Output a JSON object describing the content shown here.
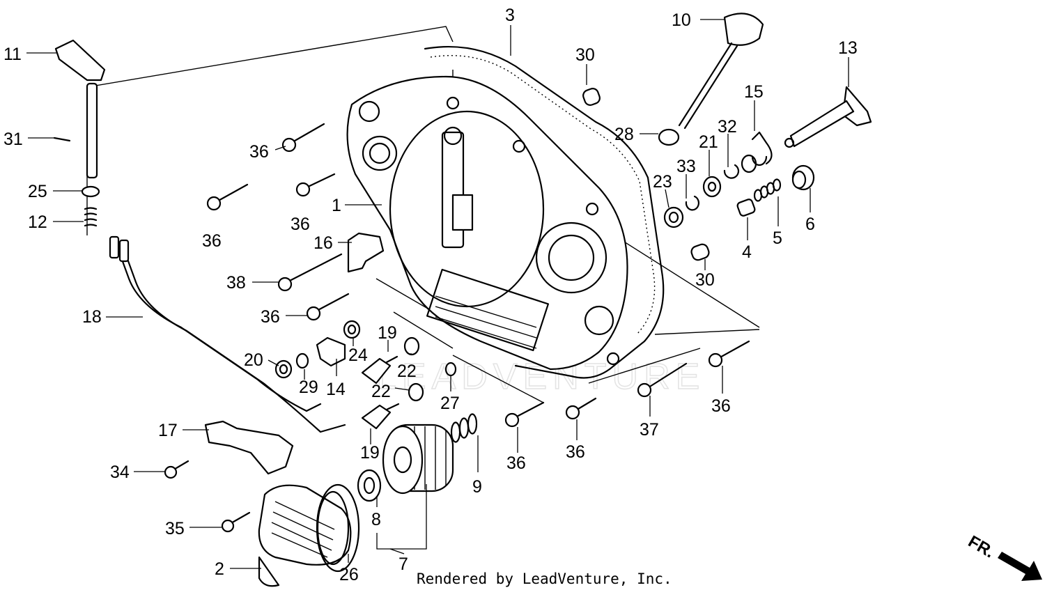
{
  "callouts": [
    {
      "label": "1"
    },
    {
      "label": "2"
    },
    {
      "label": "3"
    },
    {
      "label": "4"
    },
    {
      "label": "5"
    },
    {
      "label": "6"
    },
    {
      "label": "7"
    },
    {
      "label": "8"
    },
    {
      "label": "9"
    },
    {
      "label": "10"
    },
    {
      "label": "11"
    },
    {
      "label": "12"
    },
    {
      "label": "13"
    },
    {
      "label": "14"
    },
    {
      "label": "15"
    },
    {
      "label": "16"
    },
    {
      "label": "17"
    },
    {
      "label": "18"
    },
    {
      "label": "19"
    },
    {
      "label": "19"
    },
    {
      "label": "20"
    },
    {
      "label": "21"
    },
    {
      "label": "22"
    },
    {
      "label": "22"
    },
    {
      "label": "23"
    },
    {
      "label": "24"
    },
    {
      "label": "25"
    },
    {
      "label": "26"
    },
    {
      "label": "27"
    },
    {
      "label": "28"
    },
    {
      "label": "29"
    },
    {
      "label": "30"
    },
    {
      "label": "30"
    },
    {
      "label": "31"
    },
    {
      "label": "32"
    },
    {
      "label": "33"
    },
    {
      "label": "34"
    },
    {
      "label": "35"
    },
    {
      "label": "36"
    },
    {
      "label": "36"
    },
    {
      "label": "36"
    },
    {
      "label": "36"
    },
    {
      "label": "36"
    },
    {
      "label": "36"
    },
    {
      "label": "36"
    },
    {
      "label": "37"
    },
    {
      "label": "38"
    }
  ],
  "credit": "Rendered by LeadVenture, Inc.",
  "direction_marker": "FR.",
  "watermark": "LEADVENTURE"
}
